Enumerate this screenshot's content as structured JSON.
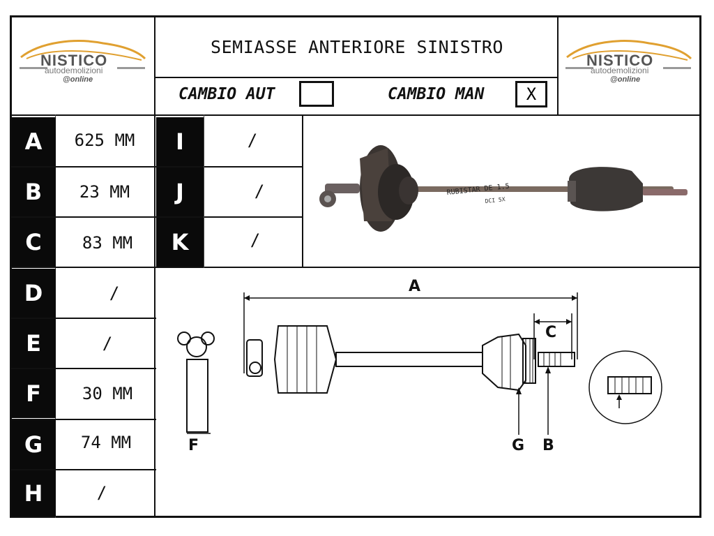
{
  "header": {
    "title": "SEMIASSE ANTERIORE SINISTRO",
    "cambio_aut_label": "CAMBIO AUT",
    "cambio_aut_value": "",
    "cambio_man_label": "CAMBIO MAN",
    "cambio_man_value": "X"
  },
  "logo": {
    "name": "NISTICO",
    "subtitle": "autodemolizioni",
    "tag": "@online"
  },
  "dimensions_left": [
    {
      "letter": "A",
      "value": "625 MM"
    },
    {
      "letter": "B",
      "value": "23 MM"
    },
    {
      "letter": "C",
      "value": "83 MM"
    },
    {
      "letter": "D",
      "value": "/"
    },
    {
      "letter": "E",
      "value": "/"
    },
    {
      "letter": "F",
      "value": "30 MM"
    },
    {
      "letter": "G",
      "value": "74 MM"
    },
    {
      "letter": "H",
      "value": "/"
    }
  ],
  "dimensions_right": [
    {
      "letter": "I",
      "value": "/"
    },
    {
      "letter": "J",
      "value": "/"
    },
    {
      "letter": "K",
      "value": "/"
    }
  ],
  "photo": {
    "handwriting": "RUBISTAR DE 1.5",
    "handwriting2": "DCI 5X"
  },
  "diagram": {
    "labels": [
      "A",
      "C",
      "F",
      "G",
      "B"
    ]
  }
}
